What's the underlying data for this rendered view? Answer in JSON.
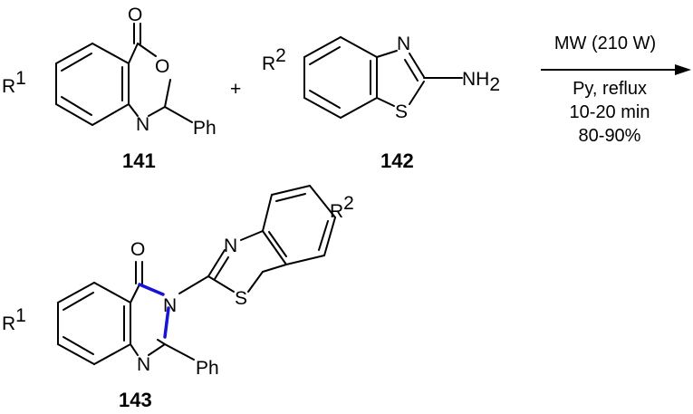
{
  "compound_141": {
    "number": "141",
    "atom_o_carbonyl": "O",
    "atom_o_ring": "O",
    "atom_n": "N",
    "substituent": "Ph",
    "r_group": "R",
    "r_index": "1"
  },
  "plus_sign": "+",
  "compound_142": {
    "number": "142",
    "atom_n": "N",
    "atom_s": "S",
    "amine": "NH",
    "amine_sub": "2",
    "r_group": "R",
    "r_index": "2"
  },
  "conditions": {
    "above_arrow": "MW (210 W)",
    "solvent": "Py, reflux",
    "time": "10-20 min",
    "yield": "80-90%"
  },
  "compound_143": {
    "number": "143",
    "atom_o_carbonyl": "O",
    "atom_n3": "N",
    "atom_n1": "N",
    "atom_n_thiazole": "N",
    "atom_s": "S",
    "substituent": "Ph",
    "r1_group": "R",
    "r1_index": "1",
    "r2_group": "R",
    "r2_index": "2"
  },
  "colors": {
    "new_bond": "#1515d6",
    "bond": "#000000"
  }
}
